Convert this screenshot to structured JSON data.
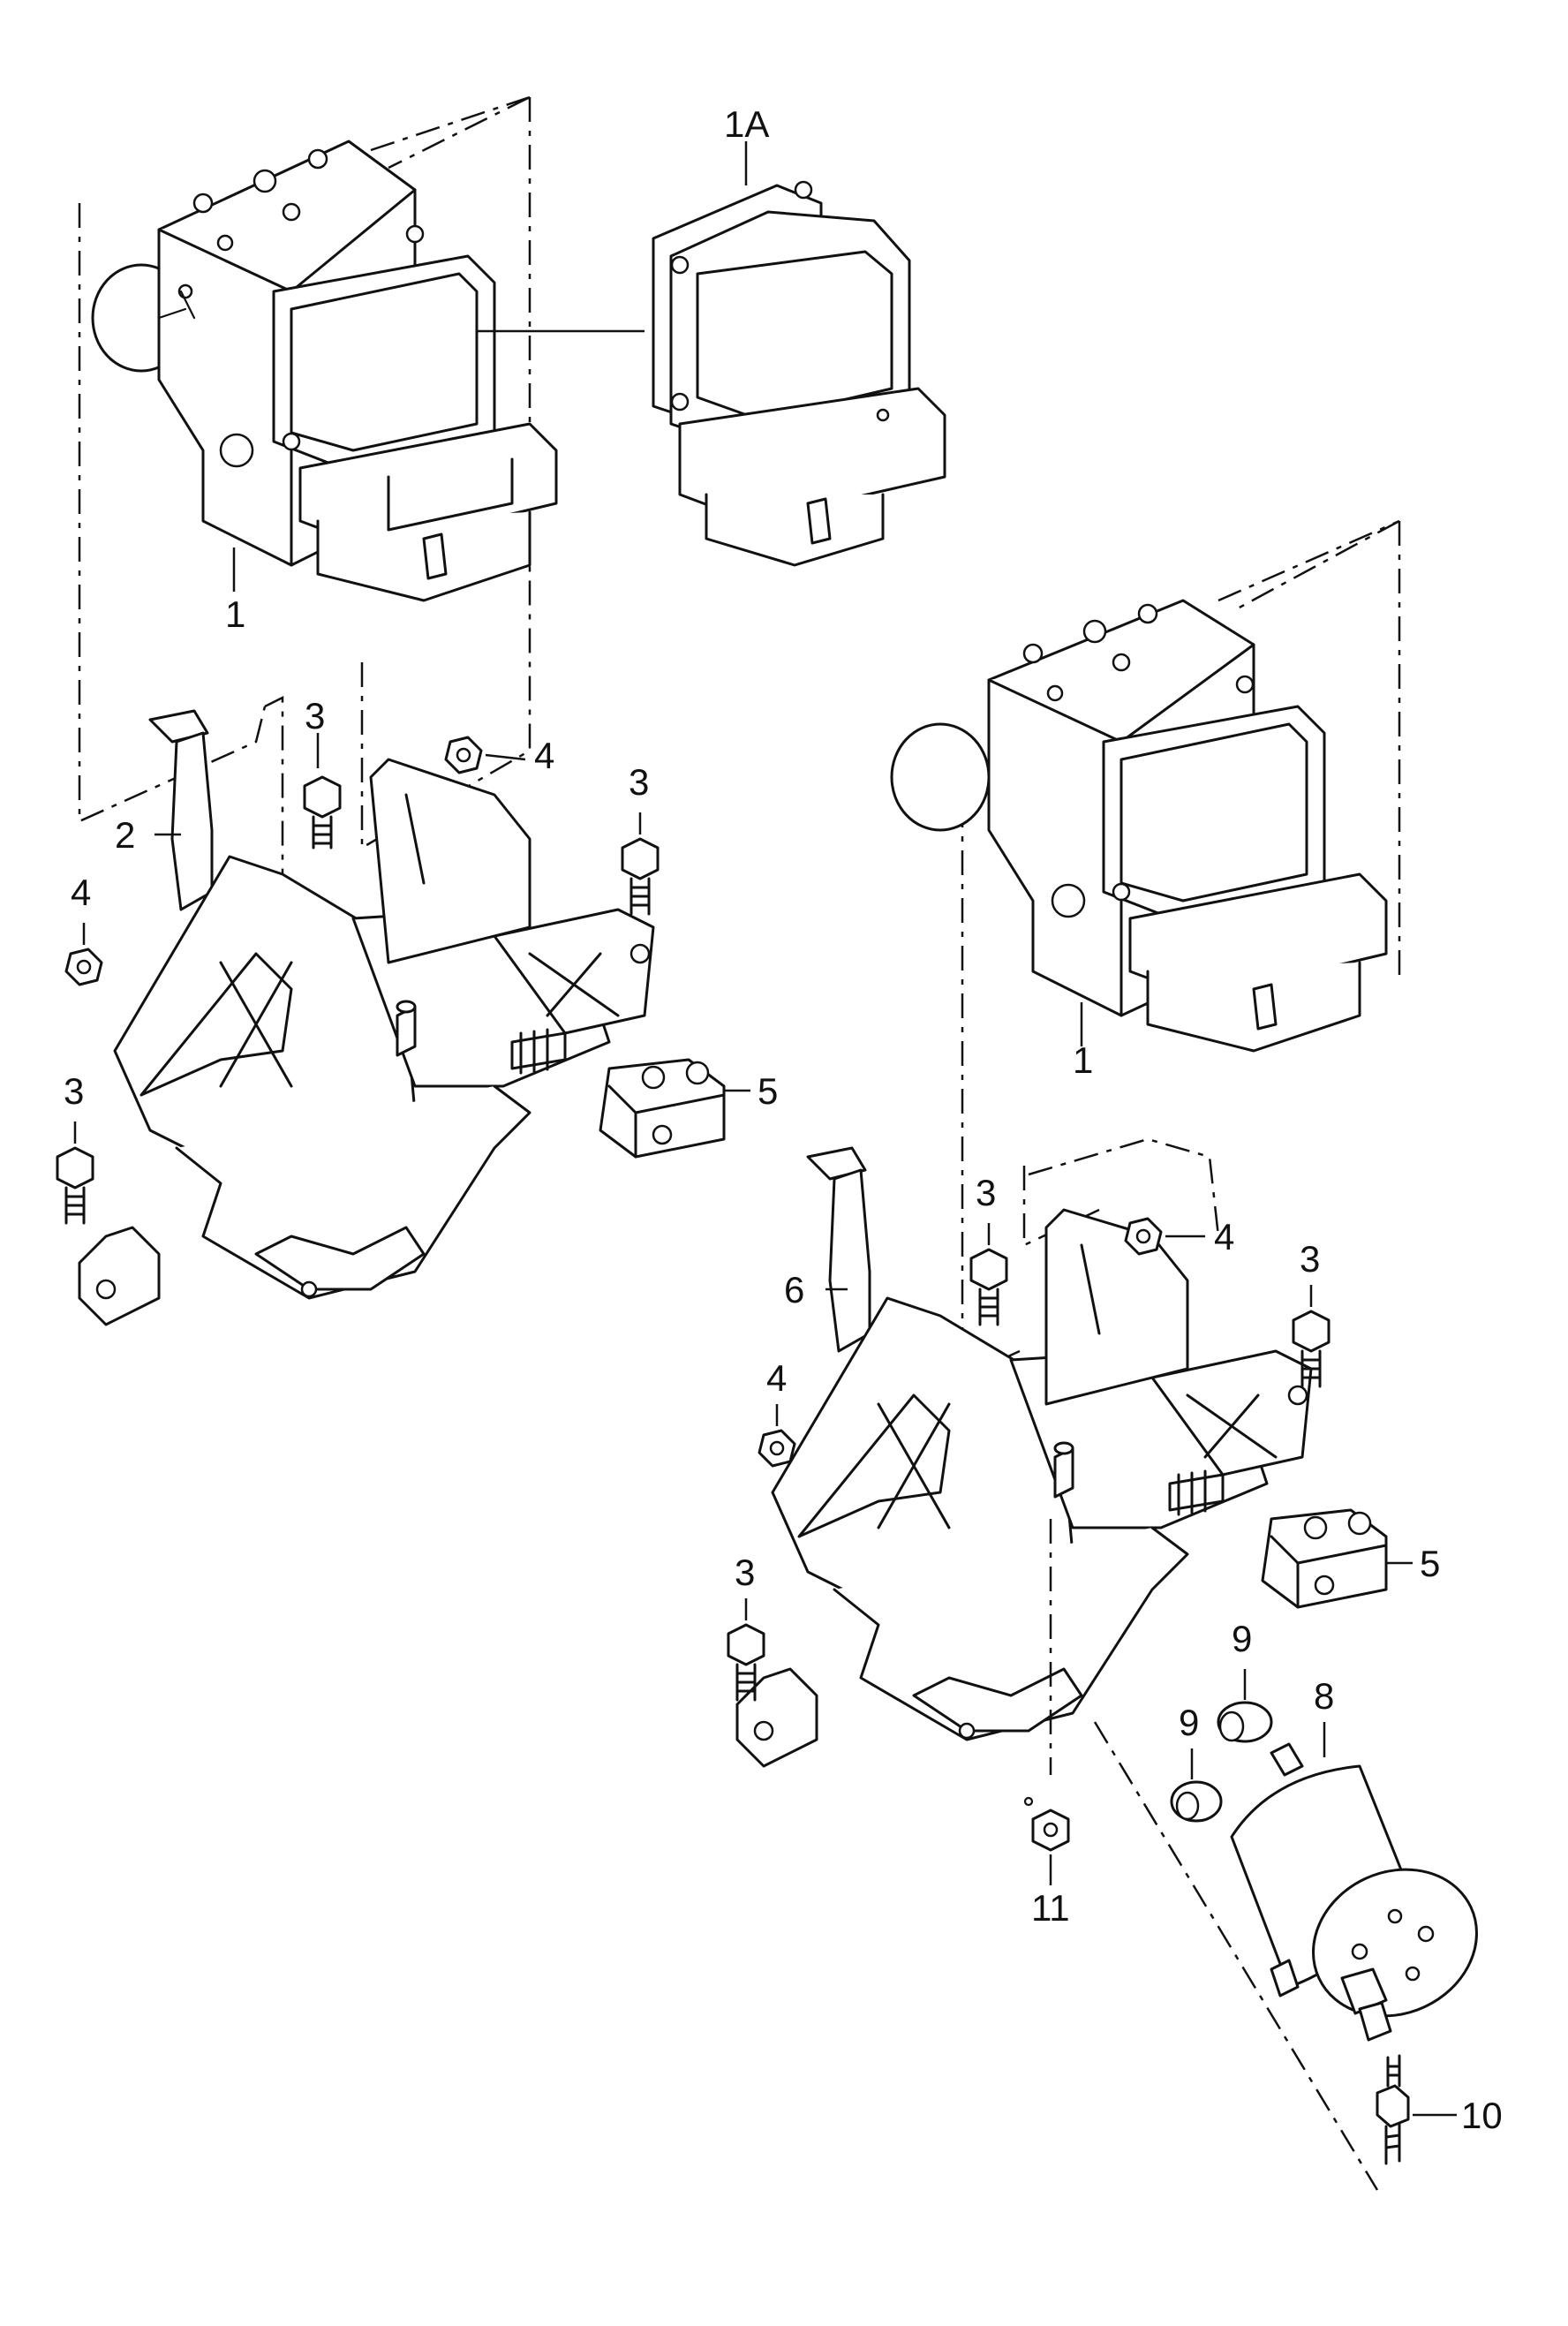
{
  "callouts": {
    "c1_top": "1",
    "c1a": "1A",
    "c1_right": "1",
    "c2": "2",
    "c3_a": "3",
    "c3_b": "3",
    "c3_c": "3",
    "c3_d": "3",
    "c3_e": "3",
    "c3_f": "3",
    "c4_a": "4",
    "c4_b": "4",
    "c4_c": "4",
    "c4_d": "4",
    "c5_a": "5",
    "c5_b": "5",
    "c6": "6",
    "c8": "8",
    "c9_a": "9",
    "c9_b": "9",
    "c10": "10",
    "c11": "11"
  }
}
